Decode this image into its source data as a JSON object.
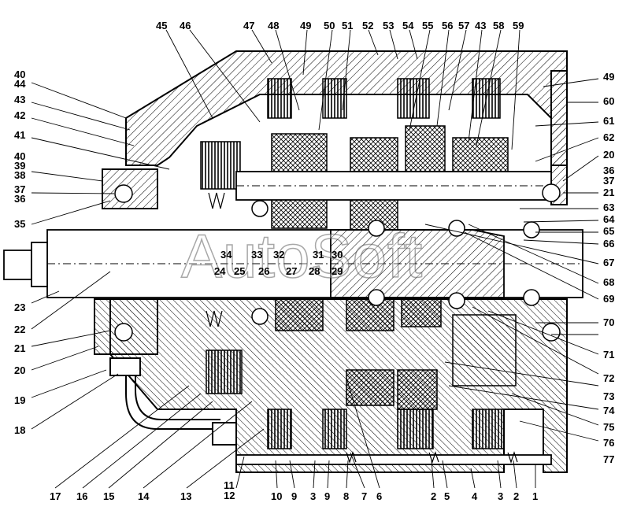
{
  "watermark": "AutoSoft",
  "callouts": {
    "l40a": "40",
    "l44": "44",
    "l43": "43",
    "l42": "42",
    "l41": "41",
    "l40b": "40",
    "l39": "39",
    "l38": "38",
    "l37": "37",
    "l36": "36",
    "l35": "35",
    "l23": "23",
    "l22": "22",
    "l21": "21",
    "l20": "20",
    "l19": "19",
    "l18": "18",
    "t45": "45",
    "t46": "46",
    "t47": "47",
    "t48": "48",
    "t49": "49",
    "t50": "50",
    "t51": "51",
    "t52": "52",
    "t53": "53",
    "t54": "54",
    "t55": "55",
    "t56": "56",
    "t57": "57",
    "t43": "43",
    "t58": "58",
    "t59": "59",
    "r49": "49",
    "r60": "60",
    "r61": "61",
    "r62": "62",
    "r20": "20",
    "r36": "36",
    "r37": "37",
    "r21": "21",
    "r63": "63",
    "r64": "64",
    "r65": "65",
    "r66": "66",
    "r67": "67",
    "r68": "68",
    "r69": "69",
    "r70": "70",
    "r71": "71",
    "r72": "72",
    "r73": "73",
    "r74": "74",
    "r75": "75",
    "r76": "76",
    "r77": "77",
    "m34": "34",
    "m33": "33",
    "m32": "32",
    "m31": "31",
    "m30": "30",
    "m24": "24",
    "m25": "25",
    "m26": "26",
    "m27": "27",
    "m28": "28",
    "m29": "29",
    "b17": "17",
    "b16": "16",
    "b15": "15",
    "b14": "14",
    "b13": "13",
    "b11": "11",
    "b12": "12",
    "b10": "10",
    "b9a": "9",
    "b3a": "3",
    "b9b": "9",
    "b8": "8",
    "b7": "7",
    "b6": "6",
    "b2a": "2",
    "b5": "5",
    "b4": "4",
    "b3b": "3",
    "b2b": "2",
    "b1": "1"
  }
}
